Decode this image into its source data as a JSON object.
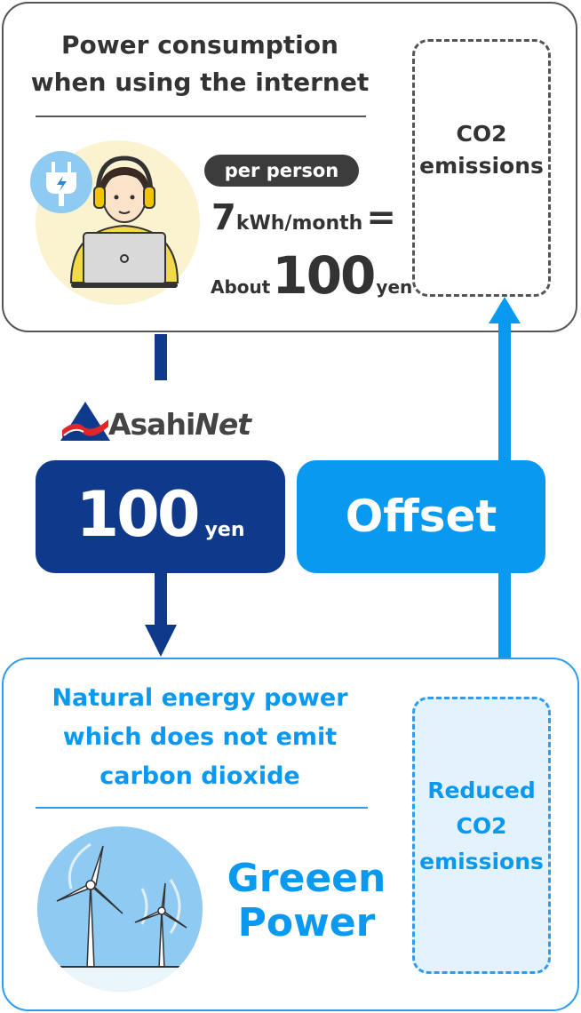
{
  "top": {
    "title": "Power consumption\nwhen using the internet",
    "per_person": "per person",
    "kwh_value": "7",
    "kwh_unit": "kWh/month",
    "equals": "=",
    "about": "About",
    "yen_value": "100",
    "yen_unit": "yen",
    "co2_label": "CO2\nemissions"
  },
  "logo": {
    "name_part1": "Asahi",
    "name_part2": "Net"
  },
  "middle": {
    "yen_value": "100",
    "yen_unit": "yen",
    "offset_label": "Offset"
  },
  "bottom": {
    "title": "Natural energy power\nwhich does not emit\ncarbon dioxide",
    "green_power": "Greeen\nPower",
    "reduced_label": "Reduced\nCO2\nemissions"
  },
  "colors": {
    "dark_blue": "#0f3a8c",
    "bright_blue": "#0a99f0",
    "text_dark": "#333333",
    "light_yellow": "#fbf3cf",
    "light_blue": "#8fcaf2",
    "logo_red": "#e0262b"
  },
  "icons": [
    "plug-icon",
    "person-laptop-icon",
    "asahinet-logo-icon",
    "wind-turbine-icon"
  ]
}
